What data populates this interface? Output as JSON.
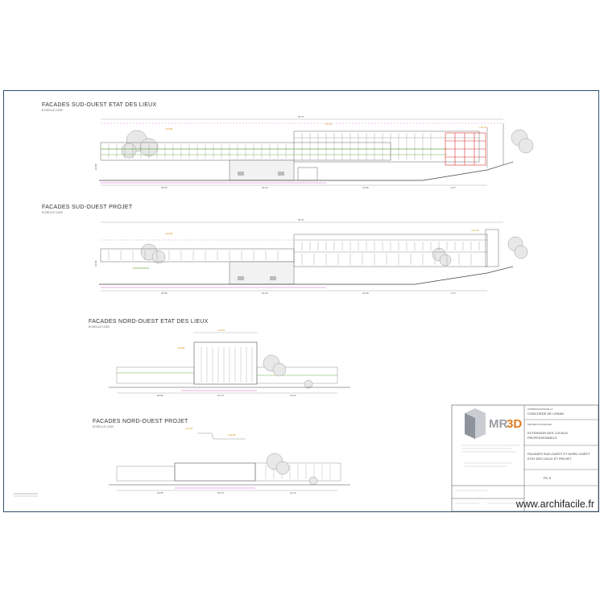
{
  "elevations": [
    {
      "title": "FACADES SUD-OUEST ETAT DES LIEUX",
      "subtitle": "ECHELLE 1/200"
    },
    {
      "title": "FACADES SUD-OUEST PROJET",
      "subtitle": "ECHELLE 1/200"
    },
    {
      "title": "FACADES NORD-OUEST ETAT DES LIEUX",
      "subtitle": "ECHELLE 1/200"
    },
    {
      "title": "FACADES NORD-OUEST PROJET",
      "subtitle": "ECHELLE 1/200"
    }
  ],
  "title_block": {
    "logo_text": "MR",
    "logo_3d": "3D",
    "client_lines": [
      "COMMUNAUTE DE LA",
      "CONCORDE DE LEMAN",
      "MAITRE D'OUVRAGE"
    ],
    "project_lines": [
      "EXTENSION DES LOCAUX",
      "PROFESSIONNELS"
    ],
    "drawing_lines": [
      "FACADES SUD-OUEST ET NORD-OUEST",
      "ETAT DES LIEUX ET PROJET"
    ],
    "sheet_no": "PC 5"
  },
  "watermark": "www.archifacile.fr"
}
